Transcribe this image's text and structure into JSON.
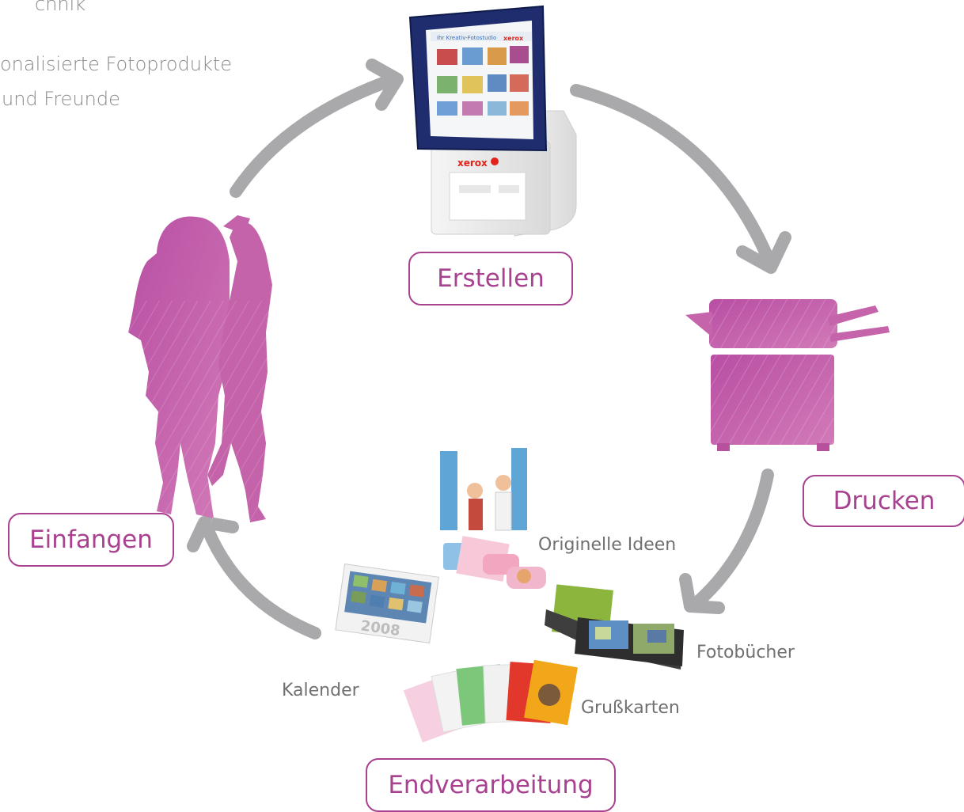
{
  "intro": {
    "line1": "chnik",
    "line2": "onalisierte Fotoprodukte",
    "line3": "und Freunde"
  },
  "stages": {
    "erstellen": "Erstellen",
    "drucken": "Drucken",
    "endverarbeitung": "Endverarbeitung",
    "einfangen": "Einfangen"
  },
  "products": {
    "ideen": "Originelle Ideen",
    "fotobuecher": "Fotobücher",
    "grusskarten": "Grußkarten",
    "kalender": "Kalender"
  },
  "kiosk": {
    "brand_screen": "xerox",
    "brand_body": "xerox",
    "screen_title": "Ihr Kreativ-Fotostudio",
    "calendar_year": "2008"
  },
  "colors": {
    "accent": "#a8418f",
    "arrow": "#a9a9ab",
    "silhouette": "#c75fac",
    "text": "#707070"
  }
}
